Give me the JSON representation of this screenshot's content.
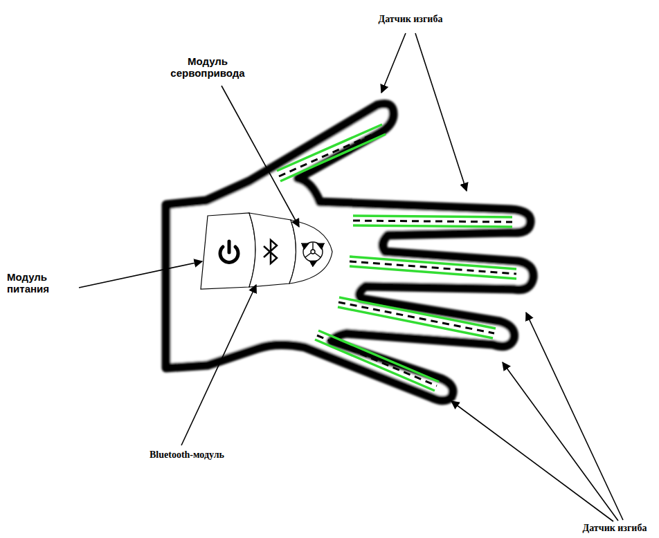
{
  "diagram": {
    "labels": [
      "Датчик изгиба",
      "Модуль сервопривода",
      "Модуль питания",
      "Bluetooth-модуль",
      "Датчик изгиба"
    ]
  }
}
